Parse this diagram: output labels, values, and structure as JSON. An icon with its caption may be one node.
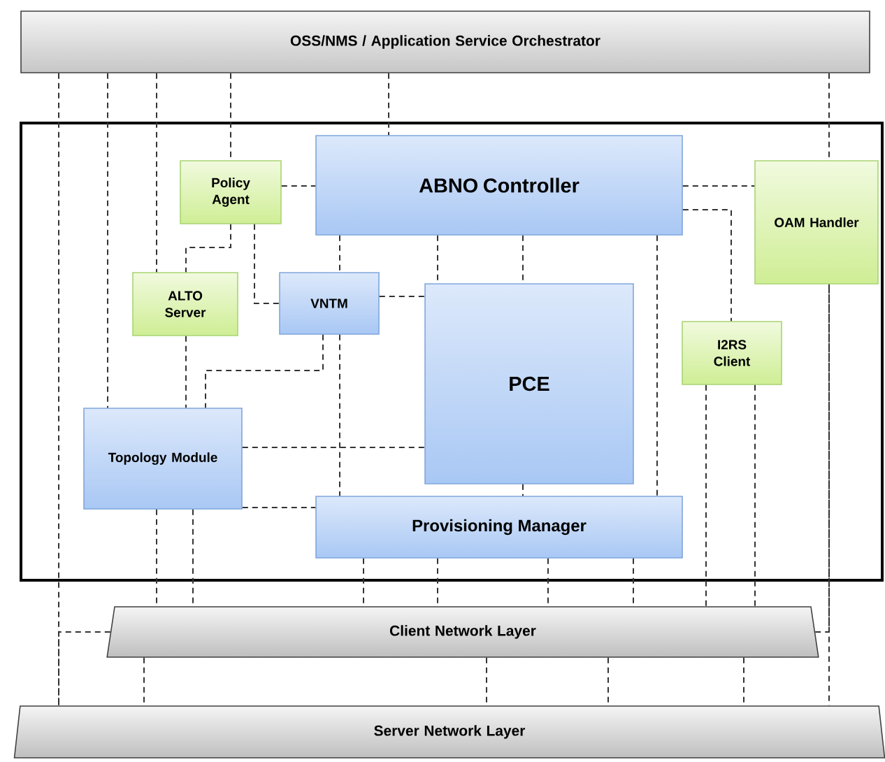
{
  "diagram": {
    "nodes": [
      {
        "text": [
          "OSS/NMS / Application Service Orchestrator"
        ]
      },
      {
        "text": [],
        "shape": "box"
      },
      {
        "text": [
          "Policy Agent"
        ],
        "in": 1
      },
      {
        "text": [
          "ABNO Controller"
        ],
        "in": 1
      },
      {
        "text": [
          "OAM Handler"
        ],
        "in": 1
      },
      {
        "text": [
          "ALTO Server"
        ],
        "in": 1
      },
      {
        "text": [
          "VNTM"
        ],
        "in": 1
      },
      {
        "text": [
          "PCE"
        ],
        "in": 1
      },
      {
        "text": [
          "I2RS Client"
        ],
        "in": 1
      },
      {
        "text": [
          "Topology Module"
        ],
        "in": 1
      },
      {
        "text": [
          "Provisioning Manager"
        ],
        "in": 1
      },
      {
        "text": [
          "Client Network Layer"
        ]
      },
      {
        "text": [
          "Server Network Layer"
        ]
      }
    ],
    "edges": [
      {
        "from": 0,
        "to": 12,
        "arrow": "none",
        "style": "dashed"
      },
      {
        "from": 11,
        "to": 12,
        "arrow": "none",
        "style": "dashed"
      },
      {
        "from": 0,
        "to": 9,
        "arrow": "none",
        "style": "dashed"
      },
      {
        "from": 0,
        "to": 5,
        "arrow": "none",
        "style": "dashed"
      },
      {
        "from": 0,
        "to": 2,
        "arrow": "none",
        "style": "dashed"
      },
      {
        "from": 0,
        "to": 3,
        "arrow": "none",
        "style": "dashed"
      },
      {
        "from": 0,
        "to": 4,
        "arrow": "none",
        "style": "dashed"
      },
      {
        "from": 4,
        "to": 12,
        "arrow": "none",
        "style": "dashed"
      },
      {
        "from": 11,
        "to": 4,
        "arrow": "none",
        "style": "dashed"
      },
      {
        "from": 2,
        "to": 3,
        "arrow": "none",
        "style": "dashed"
      },
      {
        "from": 2,
        "to": 5,
        "arrow": "none",
        "style": "dashed"
      },
      {
        "from": 2,
        "to": 6,
        "arrow": "none",
        "style": "dashed"
      },
      {
        "from": 3,
        "to": 6,
        "arrow": "none",
        "style": "dashed"
      },
      {
        "from": 6,
        "to": 10,
        "arrow": "none",
        "style": "dashed"
      },
      {
        "from": 6,
        "to": 7,
        "arrow": "none",
        "style": "dashed"
      },
      {
        "from": 6,
        "to": 9,
        "arrow": "none",
        "style": "dashed"
      },
      {
        "from": 5,
        "to": 9,
        "arrow": "none",
        "style": "dashed"
      },
      {
        "from": 3,
        "to": 7,
        "arrow": "none",
        "style": "dashed"
      },
      {
        "from": 3,
        "to": 7,
        "arrow": "none",
        "style": "dashed"
      },
      {
        "from": 3,
        "to": 10,
        "arrow": "none",
        "style": "dashed"
      },
      {
        "from": 3,
        "to": 4,
        "arrow": "none",
        "style": "dashed"
      },
      {
        "from": 3,
        "to": 8,
        "arrow": "none",
        "style": "dashed"
      },
      {
        "from": 9,
        "to": 7,
        "arrow": "none",
        "style": "dashed"
      },
      {
        "from": 9,
        "to": 10,
        "arrow": "none",
        "style": "dashed"
      },
      {
        "from": 9,
        "to": 11,
        "arrow": "none",
        "style": "dashed"
      },
      {
        "from": 9,
        "to": 11,
        "arrow": "none",
        "style": "dashed"
      },
      {
        "from": 10,
        "to": 11,
        "arrow": "none",
        "style": "dashed"
      },
      {
        "from": 10,
        "to": 11,
        "arrow": "none",
        "style": "dashed"
      },
      {
        "from": 10,
        "to": 11,
        "arrow": "none",
        "style": "dashed"
      },
      {
        "from": 10,
        "to": 11,
        "arrow": "none",
        "style": "dashed"
      },
      {
        "from": 8,
        "to": 11,
        "arrow": "none",
        "style": "dashed"
      },
      {
        "from": 8,
        "to": 11,
        "arrow": "none",
        "style": "dashed"
      },
      {
        "from": 11,
        "to": 12,
        "arrow": "none",
        "style": "dashed"
      },
      {
        "from": 11,
        "to": 12,
        "arrow": "none",
        "style": "dashed"
      },
      {
        "from": 11,
        "to": 12,
        "arrow": "none",
        "style": "dashed"
      },
      {
        "from": 11,
        "to": 12,
        "arrow": "none",
        "style": "dashed"
      },
      {
        "from": 7,
        "to": 10,
        "arrow": "none",
        "style": "dashed"
      }
    ]
  }
}
